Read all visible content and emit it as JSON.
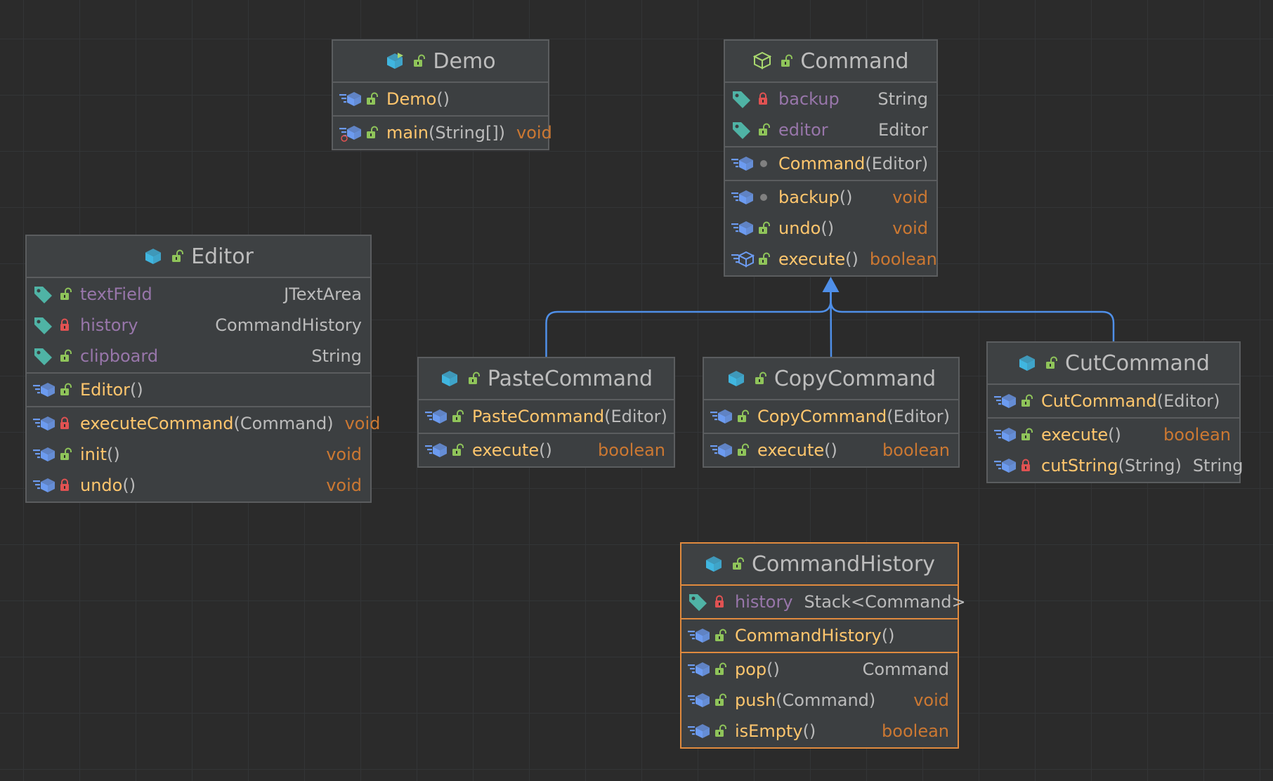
{
  "colors": {
    "background": "#2b2b2b",
    "class_icon": "#40b6e0",
    "method_icon": "#6c9bf0",
    "field_tag": "#4fb3a5",
    "public_lock": "#8fc45a",
    "private_lock": "#e05252",
    "field_name": "#9876aa",
    "method_name": "#ffc66d",
    "keyword_type": "#cc7832",
    "arrow": "#4f8fe8",
    "selection": "#e08a3e"
  },
  "classes": [
    {
      "id": "demo",
      "name": "Demo",
      "class_icon": "runnable-class-icon",
      "vis": "public",
      "selected": false,
      "sections": [
        [
          {
            "kind": "method",
            "vis": "public",
            "name": "Demo",
            "args": "()",
            "type": ""
          }
        ],
        [
          {
            "kind": "method",
            "vis": "public",
            "name": "main",
            "args": "(String[])",
            "type": "void",
            "type_kw": true,
            "static": true
          }
        ]
      ]
    },
    {
      "id": "command",
      "name": "Command",
      "class_icon": "abstract-class-icon",
      "vis": "public",
      "selected": false,
      "sections": [
        [
          {
            "kind": "field",
            "vis": "private",
            "name": "backup",
            "type": "String"
          },
          {
            "kind": "field",
            "vis": "public",
            "name": "editor",
            "type": "Editor"
          }
        ],
        [
          {
            "kind": "method",
            "vis": "package",
            "name": "Command",
            "args": "(Editor)",
            "type": ""
          }
        ],
        [
          {
            "kind": "method",
            "vis": "package",
            "name": "backup",
            "args": "()",
            "type": "void",
            "type_kw": true
          },
          {
            "kind": "method",
            "vis": "public",
            "name": "undo",
            "args": "()",
            "type": "void",
            "type_kw": true
          },
          {
            "kind": "method",
            "vis": "public",
            "name": "execute",
            "args": "()",
            "type": "boolean",
            "type_kw": true,
            "abstract": true
          }
        ]
      ]
    },
    {
      "id": "editor",
      "name": "Editor",
      "class_icon": "class-icon",
      "vis": "public",
      "selected": false,
      "sections": [
        [
          {
            "kind": "field",
            "vis": "public",
            "name": "textField",
            "type": "JTextArea"
          },
          {
            "kind": "field",
            "vis": "private",
            "name": "history",
            "type": "CommandHistory"
          },
          {
            "kind": "field",
            "vis": "public",
            "name": "clipboard",
            "type": "String"
          }
        ],
        [
          {
            "kind": "method",
            "vis": "public",
            "name": "Editor",
            "args": "()",
            "type": ""
          }
        ],
        [
          {
            "kind": "method",
            "vis": "private",
            "name": "executeCommand",
            "args": "(Command)",
            "type": "void",
            "type_kw": true
          },
          {
            "kind": "method",
            "vis": "public",
            "name": "init",
            "args": "()",
            "type": "void",
            "type_kw": true
          },
          {
            "kind": "method",
            "vis": "private",
            "name": "undo",
            "args": "()",
            "type": "void",
            "type_kw": true
          }
        ]
      ]
    },
    {
      "id": "paste",
      "name": "PasteCommand",
      "class_icon": "class-icon",
      "vis": "public",
      "selected": false,
      "sections": [
        [
          {
            "kind": "method",
            "vis": "public",
            "name": "PasteCommand",
            "args": "(Editor)",
            "type": ""
          }
        ],
        [
          {
            "kind": "method",
            "vis": "public",
            "name": "execute",
            "args": "()",
            "type": "boolean",
            "type_kw": true
          }
        ]
      ]
    },
    {
      "id": "copy",
      "name": "CopyCommand",
      "class_icon": "class-icon",
      "vis": "public",
      "selected": false,
      "sections": [
        [
          {
            "kind": "method",
            "vis": "public",
            "name": "CopyCommand",
            "args": "(Editor)",
            "type": ""
          }
        ],
        [
          {
            "kind": "method",
            "vis": "public",
            "name": "execute",
            "args": "()",
            "type": "boolean",
            "type_kw": true
          }
        ]
      ]
    },
    {
      "id": "cut",
      "name": "CutCommand",
      "class_icon": "class-icon",
      "vis": "public",
      "selected": false,
      "sections": [
        [
          {
            "kind": "method",
            "vis": "public",
            "name": "CutCommand",
            "args": "(Editor)",
            "type": ""
          }
        ],
        [
          {
            "kind": "method",
            "vis": "public",
            "name": "execute",
            "args": "()",
            "type": "boolean",
            "type_kw": true
          },
          {
            "kind": "method",
            "vis": "private",
            "name": "cutString",
            "args": "(String)",
            "type": "String"
          }
        ]
      ]
    },
    {
      "id": "history",
      "name": "CommandHistory",
      "class_icon": "class-icon",
      "vis": "public",
      "selected": true,
      "sections": [
        [
          {
            "kind": "field",
            "vis": "private",
            "name": "history",
            "type": "Stack<Command>"
          }
        ],
        [
          {
            "kind": "method",
            "vis": "public",
            "name": "CommandHistory",
            "args": "()",
            "type": ""
          }
        ],
        [
          {
            "kind": "method",
            "vis": "public",
            "name": "pop",
            "args": "()",
            "type": "Command"
          },
          {
            "kind": "method",
            "vis": "public",
            "name": "push",
            "args": "(Command)",
            "type": "void",
            "type_kw": true
          },
          {
            "kind": "method",
            "vis": "public",
            "name": "isEmpty",
            "args": "()",
            "type": "boolean",
            "type_kw": true
          }
        ]
      ]
    }
  ],
  "relations": [
    {
      "from": "paste",
      "to": "command",
      "kind": "generalization"
    },
    {
      "from": "copy",
      "to": "command",
      "kind": "generalization"
    },
    {
      "from": "cut",
      "to": "command",
      "kind": "generalization"
    }
  ]
}
